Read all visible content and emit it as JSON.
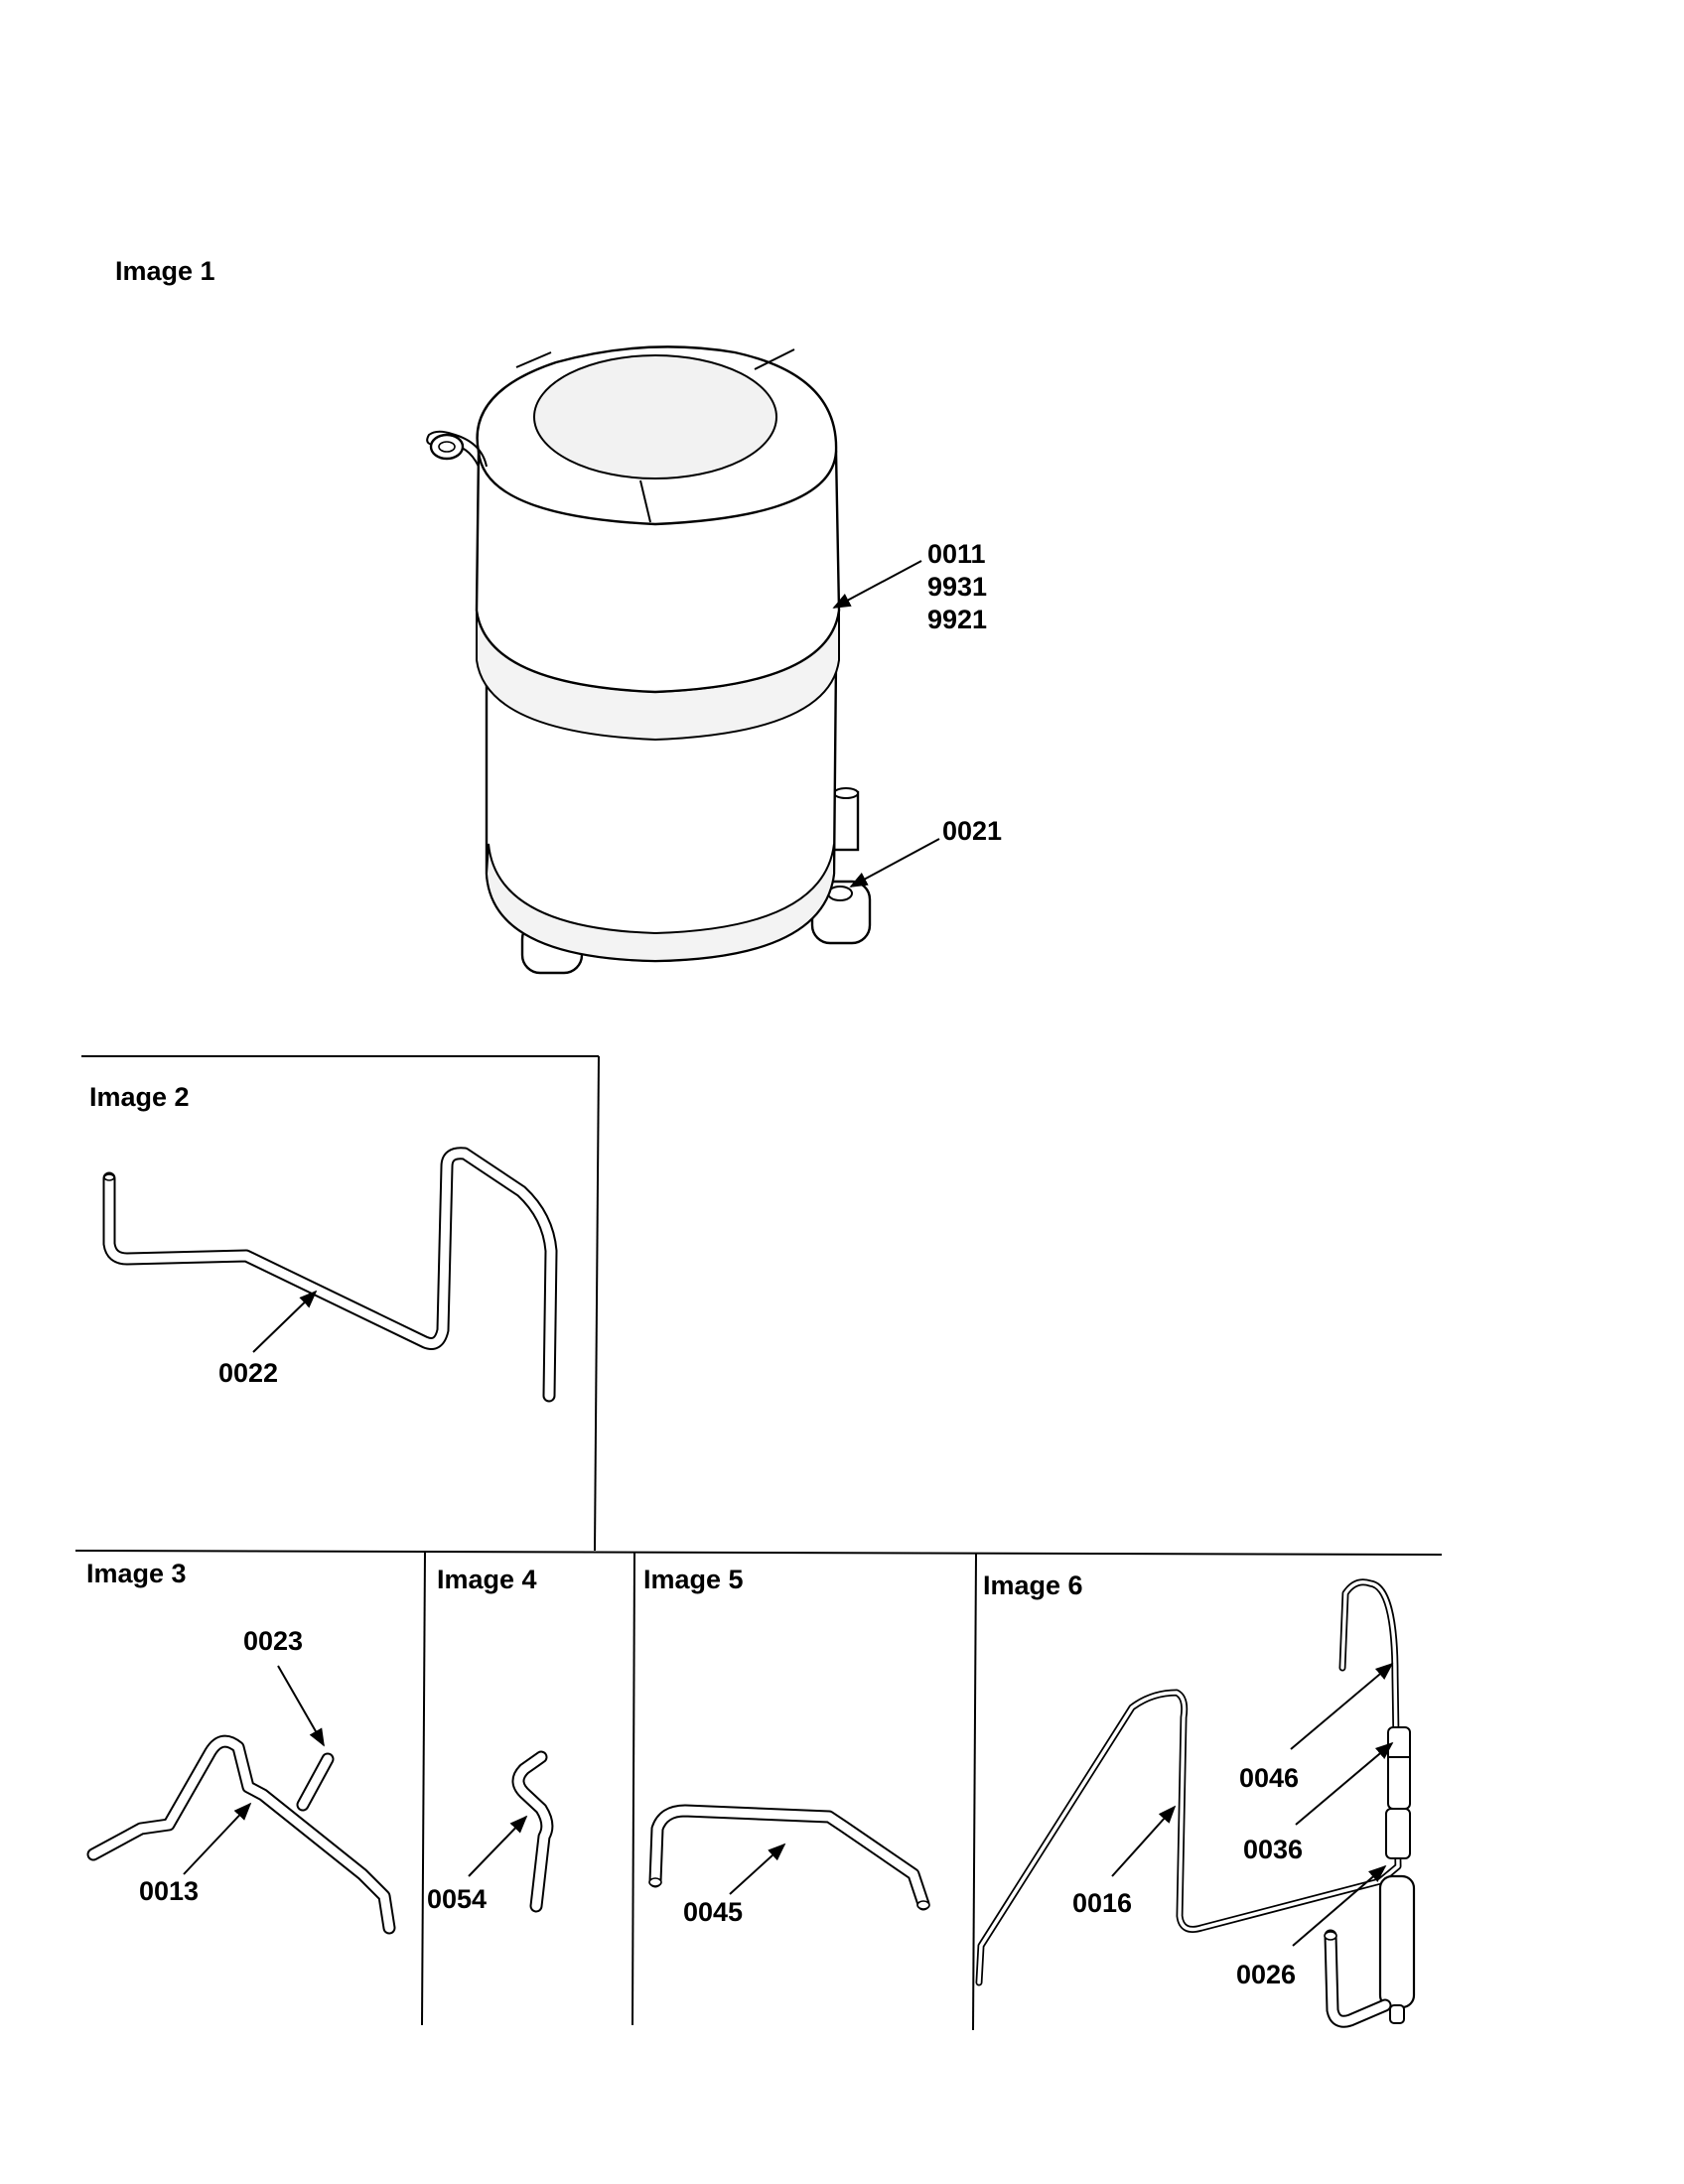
{
  "panels": [
    {
      "id": "panel-1",
      "title": "Image 1"
    },
    {
      "id": "panel-2",
      "title": "Image 2"
    },
    {
      "id": "panel-3",
      "title": "Image 3"
    },
    {
      "id": "panel-4",
      "title": "Image 4"
    },
    {
      "id": "panel-5",
      "title": "Image 5"
    },
    {
      "id": "panel-6",
      "title": "Image 6"
    }
  ],
  "callouts": {
    "compressor": [
      "0011",
      "9931",
      "9921"
    ],
    "grommet": "0021",
    "discharge_tube": "0022",
    "tube_0013": "0013",
    "tube_0023": "0023",
    "tube_0054": "0054",
    "tube_0045": "0045",
    "tube_0016": "0016",
    "part_0046": "0046",
    "part_0036": "0036",
    "part_0026": "0026"
  }
}
